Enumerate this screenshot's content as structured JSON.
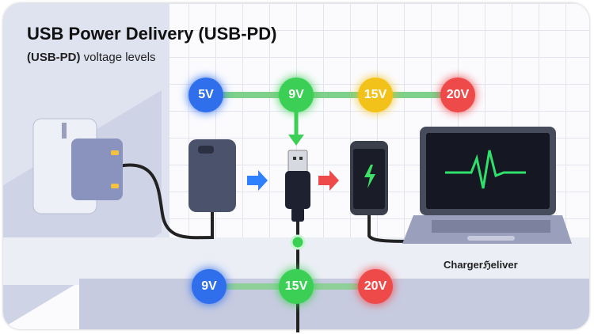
{
  "title": "USB Power Delivery (USB-PD)",
  "subtitle_prefix": "(USB-PD)",
  "subtitle_rest": "voltage levels",
  "top_levels": [
    {
      "label": "5V",
      "color": "#2f6fec"
    },
    {
      "label": "9V",
      "color": "#3ccf55"
    },
    {
      "label": "15V",
      "color": "#f2c21b"
    },
    {
      "label": "20V",
      "color": "#ef4a4a"
    }
  ],
  "bottom_levels": [
    {
      "label": "9V",
      "color": "#2f6fec"
    },
    {
      "label": "15V",
      "color": "#3ccf55"
    },
    {
      "label": "20V",
      "color": "#ef4a4a"
    }
  ],
  "device_label": "Chargerℌeliver"
}
